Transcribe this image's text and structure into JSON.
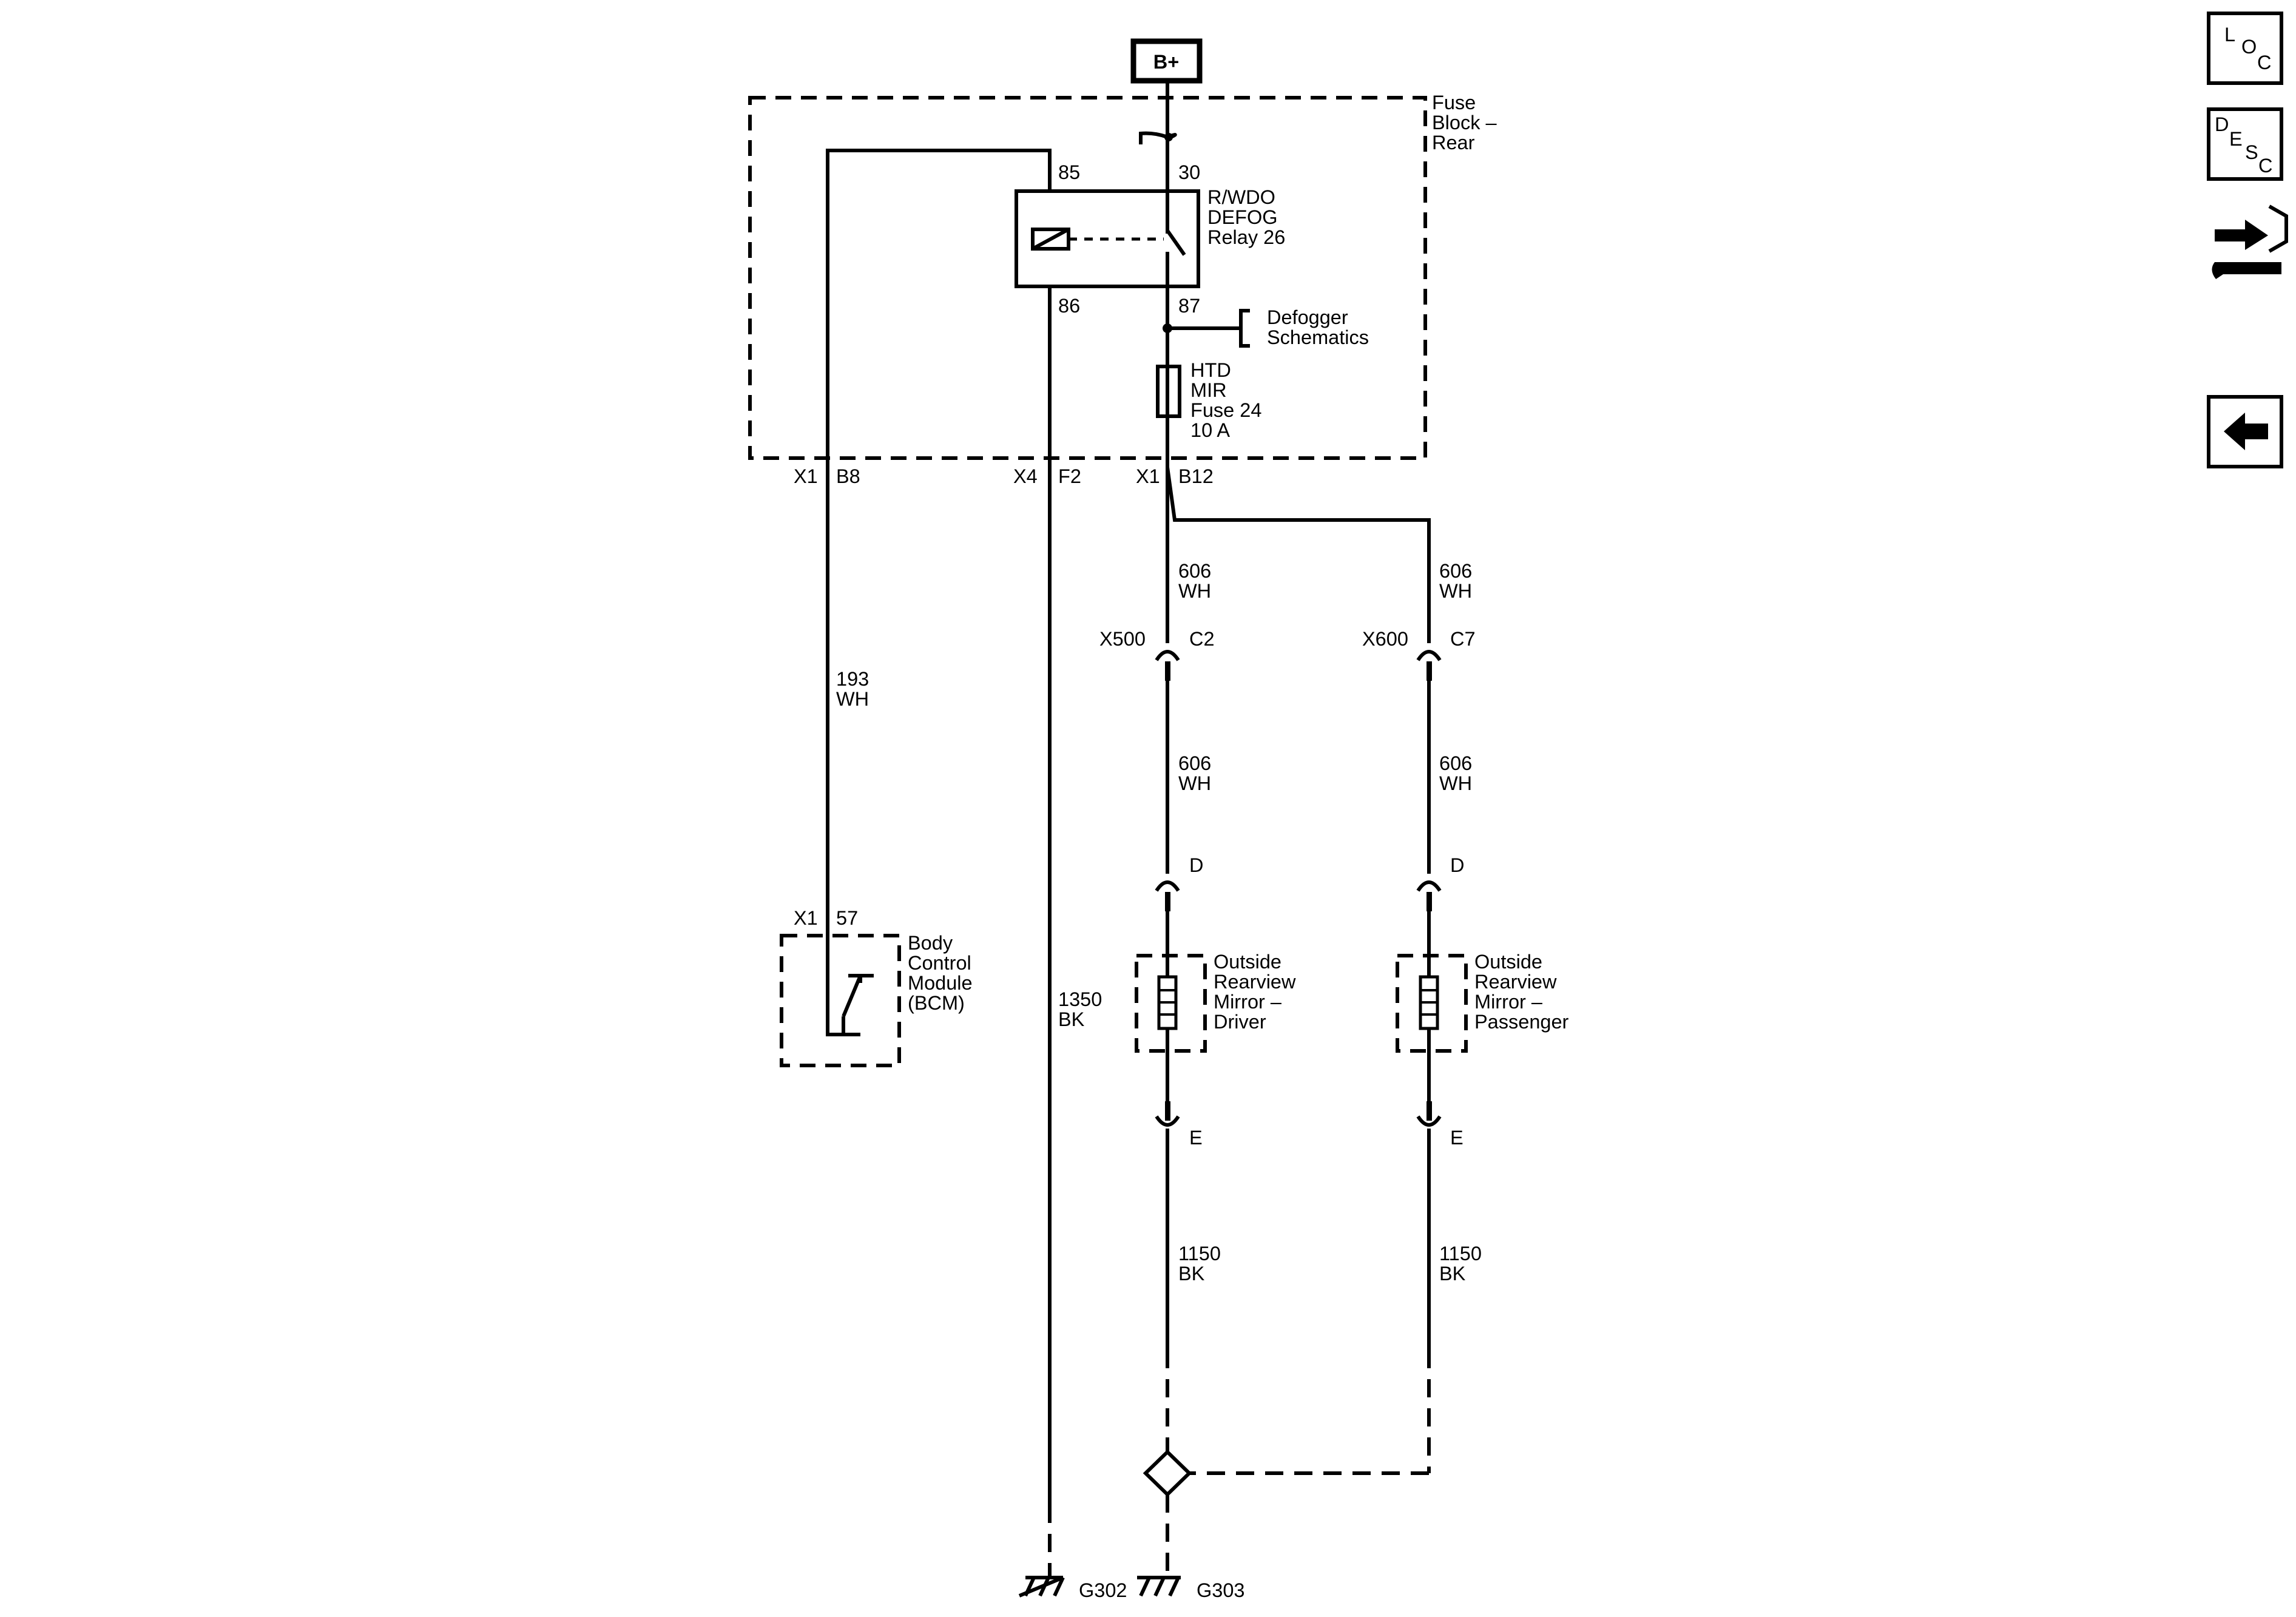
{
  "power": {
    "label": "B+"
  },
  "fuse_block": {
    "line1": "Fuse",
    "line2": "Block –",
    "line3": "Rear"
  },
  "relay": {
    "pin_85": "85",
    "pin_30": "30",
    "pin_86": "86",
    "pin_87": "87",
    "line1": "R/WDO",
    "line2": "DEFOG",
    "line3": "Relay 26"
  },
  "defogger_ref": {
    "line1": "Defogger",
    "line2": "Schematics"
  },
  "fuse": {
    "line1": "HTD",
    "line2": "MIR",
    "line3": "Fuse 24",
    "line4": "10 A"
  },
  "connectors": {
    "x1_b8_conn": "X1",
    "x1_b8_pin": "B8",
    "x4_f2_conn": "X4",
    "x4_f2_pin": "F2",
    "x1_b12_conn": "X1",
    "x1_b12_pin": "B12",
    "x500": "X500",
    "x500_pin": "C2",
    "x600": "X600",
    "x600_pin": "C7",
    "driver_d": "D",
    "passenger_d": "D",
    "driver_e": "E",
    "passenger_e": "E",
    "bcm_conn": "X1",
    "bcm_pin": "57"
  },
  "wires": {
    "w606_a_num": "606",
    "w606_a_col": "WH",
    "w606_b_num": "606",
    "w606_b_col": "WH",
    "w606_c_num": "606",
    "w606_c_col": "WH",
    "w606_d_num": "606",
    "w606_d_col": "WH",
    "w193_num": "193",
    "w193_col": "WH",
    "w1350_num": "1350",
    "w1350_col": "BK",
    "w1150_a_num": "1150",
    "w1150_a_col": "BK",
    "w1150_b_num": "1150",
    "w1150_b_col": "BK"
  },
  "bcm": {
    "line1": "Body",
    "line2": "Control",
    "line3": "Module",
    "line4": "(BCM)"
  },
  "mirror_driver": {
    "line1": "Outside",
    "line2": "Rearview",
    "line3": "Mirror –",
    "line4": "Driver"
  },
  "mirror_passenger": {
    "line1": "Outside",
    "line2": "Rearview",
    "line3": "Mirror –",
    "line4": "Passenger"
  },
  "grounds": {
    "g302": "G302",
    "g303": "G303"
  },
  "nav": {
    "loc": {
      "l": "L",
      "o": "O",
      "c": "C",
      "icon": "location-icon"
    },
    "desc": {
      "d": "D",
      "e": "E",
      "s": "S",
      "c": "C",
      "icon": "description-icon"
    },
    "connector_icon": "connector-wrench-icon",
    "back_icon": "back-arrow-icon"
  }
}
